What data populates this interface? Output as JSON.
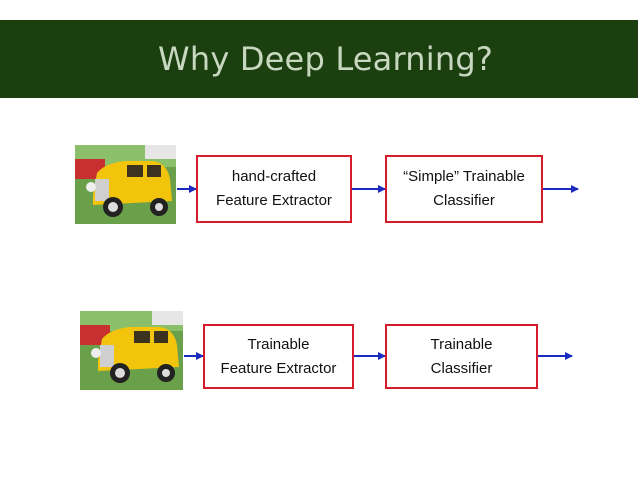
{
  "slide": {
    "title": "Why Deep Learning?"
  },
  "pipeline_1": {
    "stage_1": {
      "line_1": "hand-crafted",
      "line_2": "Feature Extractor"
    },
    "stage_2": {
      "line_1": "“Simple” Trainable",
      "line_2": "Classifier"
    }
  },
  "pipeline_2": {
    "stage_1": {
      "line_1": "Trainable",
      "line_2": "Feature Extractor"
    },
    "stage_2": {
      "line_1": "Trainable",
      "line_2": "Classifier"
    }
  },
  "colors": {
    "title_bar": "#1c3f0f",
    "title_text": "#c8d8c0",
    "box_border": "#d61c2a",
    "arrow": "#1a2bbd"
  }
}
